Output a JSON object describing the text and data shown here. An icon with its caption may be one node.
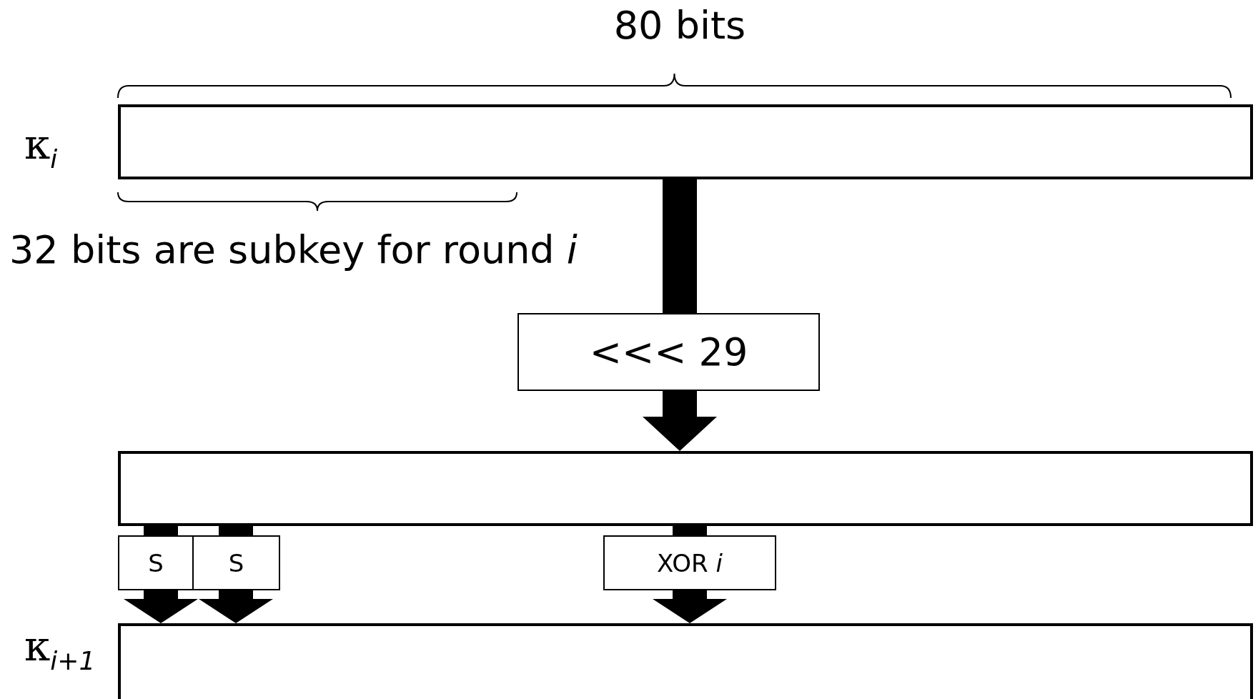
{
  "diagram": {
    "nodes": [
      {
        "text": [],
        "shape": "box",
        "beside": [
          "κ$_{i}$"
        ]
      },
      {
        "text": [
          "<<< 29"
        ]
      },
      {
        "text": [],
        "shape": "box"
      },
      {
        "text": [
          "S"
        ]
      },
      {
        "text": [
          "S"
        ]
      },
      {
        "text": [
          "XOR *i*"
        ]
      },
      {
        "text": [],
        "shape": "box",
        "beside": [
          "κ$_{i+1}$"
        ]
      }
    ],
    "edges": [
      {
        "from": 0,
        "to": 1,
        "arrow": "none"
      },
      {
        "from": 1,
        "to": 2,
        "arrow": "to"
      },
      {
        "from": 2,
        "to": 3,
        "arrow": "none"
      },
      {
        "from": 2,
        "to": 4,
        "arrow": "none"
      },
      {
        "from": 2,
        "to": 5,
        "arrow": "none"
      },
      {
        "from": 3,
        "to": 6,
        "arrow": "to"
      },
      {
        "from": 4,
        "to": 6,
        "arrow": "to"
      },
      {
        "from": 5,
        "to": 6,
        "arrow": "to"
      }
    ],
    "labels": [
      "80 bits",
      "32 bits are subkey for round *i*"
    ]
  }
}
